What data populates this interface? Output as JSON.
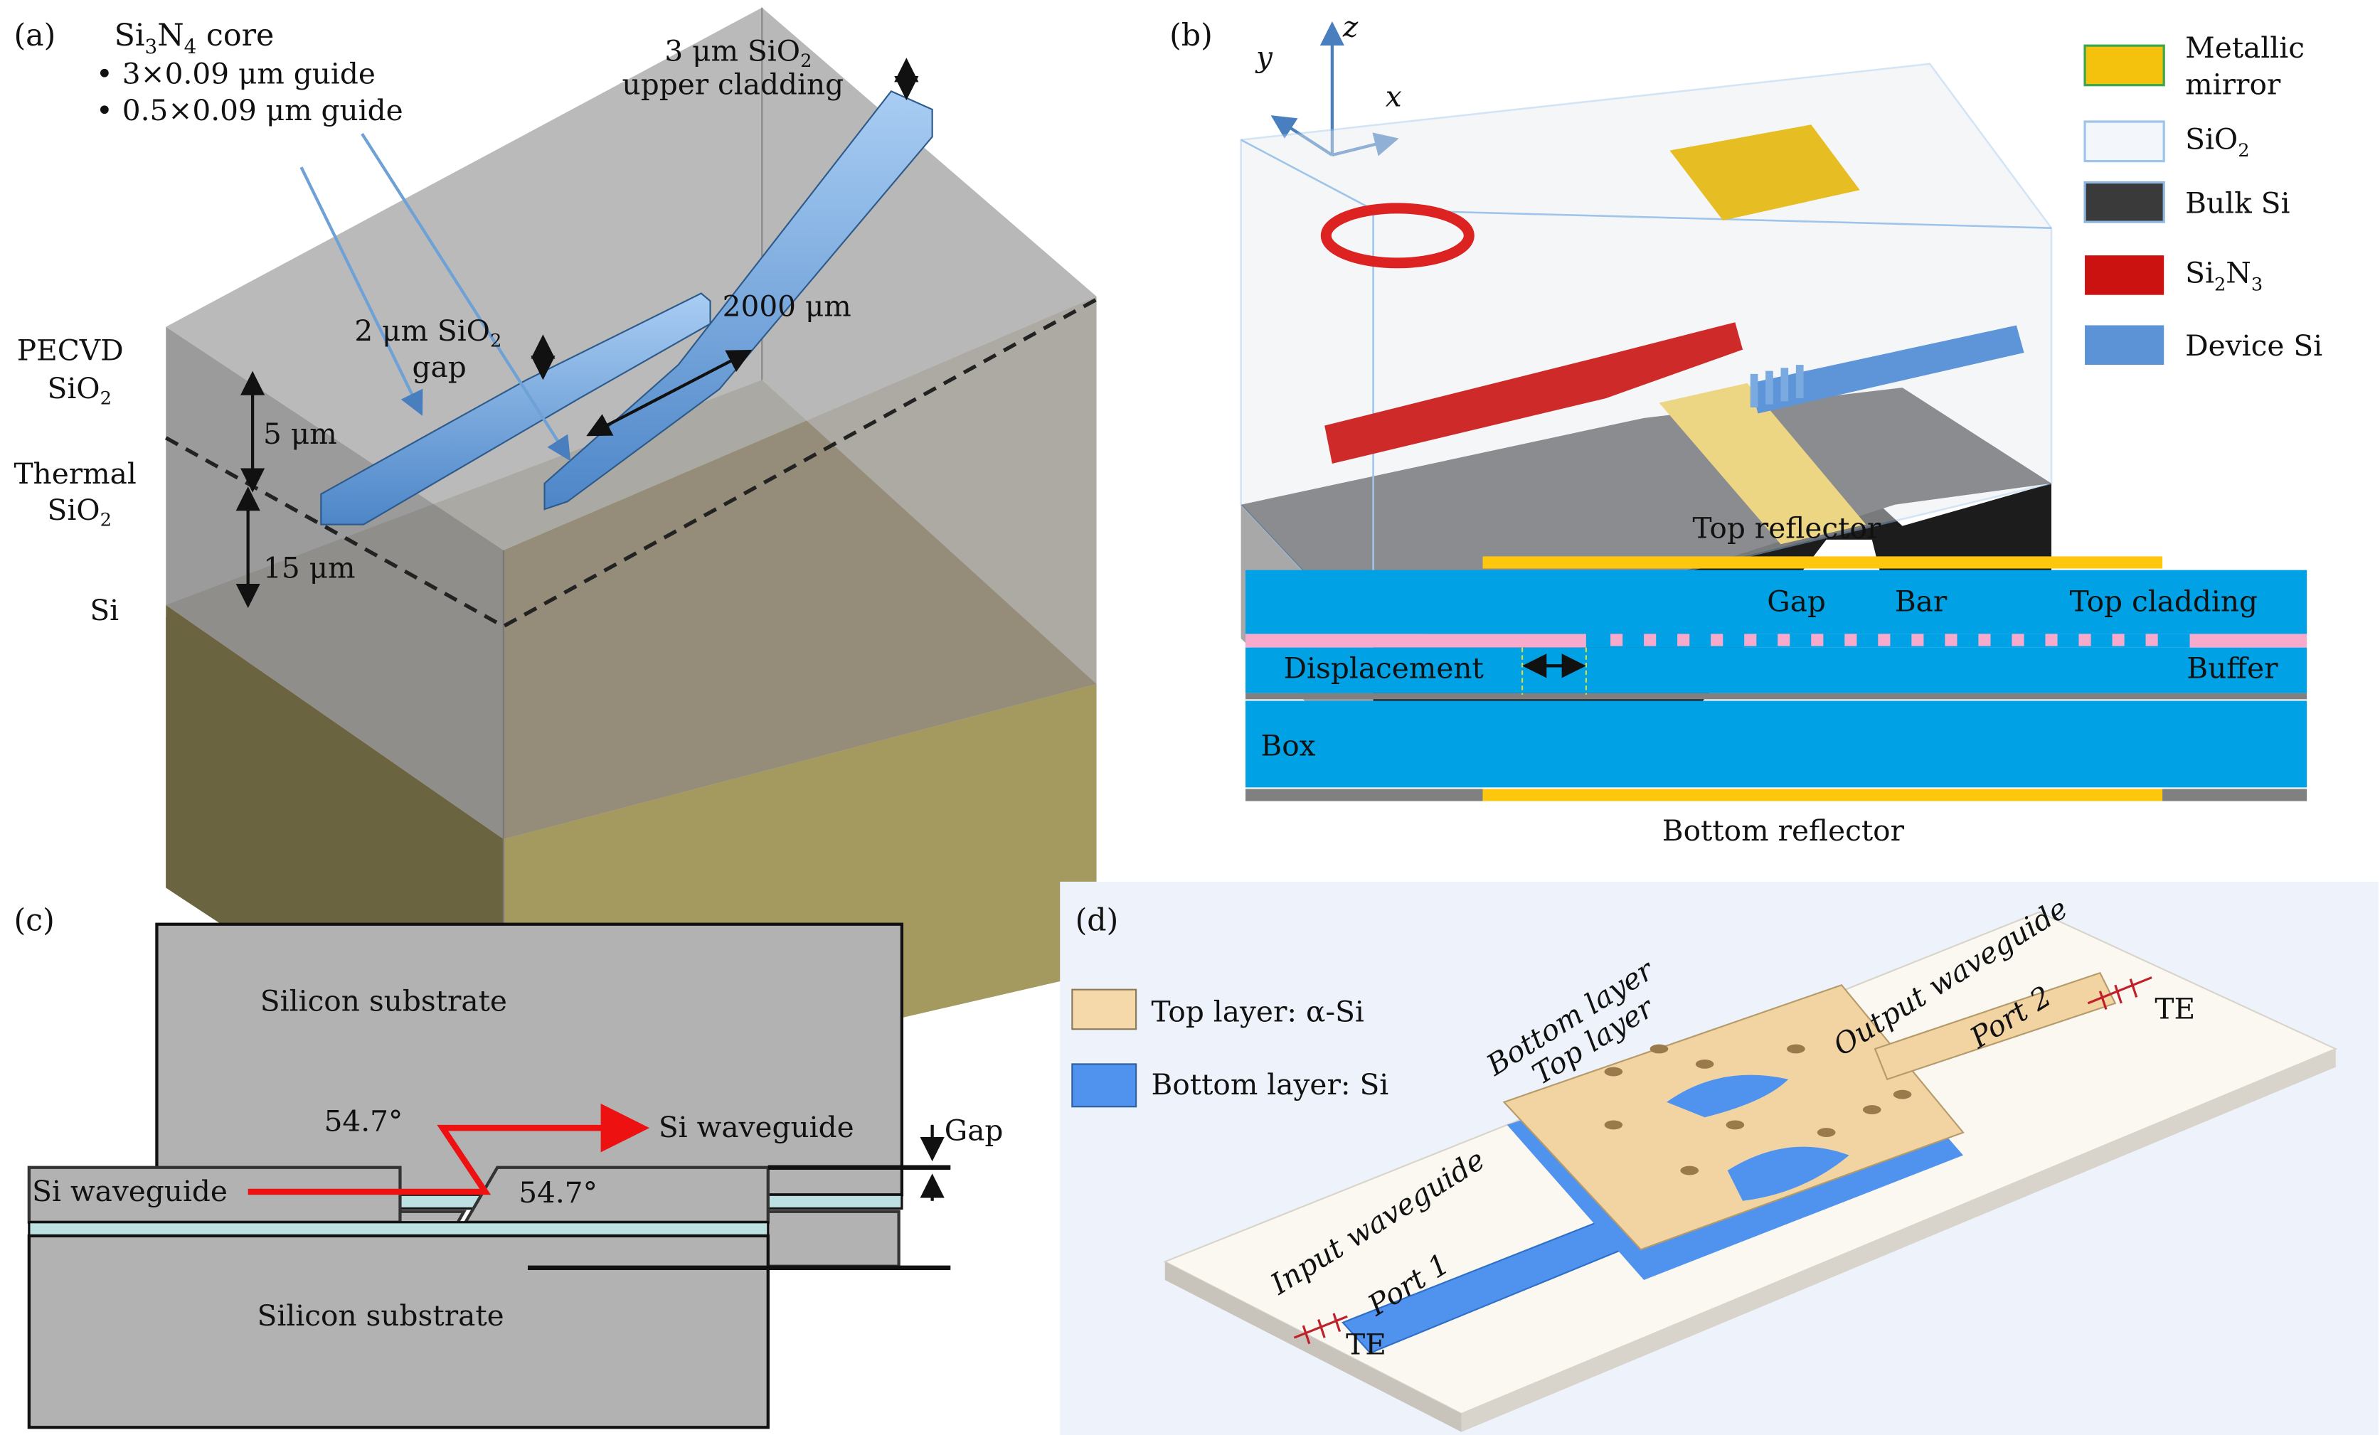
{
  "figure": {
    "panels": [
      {
        "id": "a",
        "tag": "(a)",
        "core_title": "Si3N4 core",
        "core_title_parts": {
          "base": "Si",
          "sub1": "3",
          "mid": "N",
          "sub2": "4",
          "tail": " core"
        },
        "bullets": [
          "3×0.09 μm guide",
          "0.5×0.09 μm guide"
        ],
        "upper_cladding": {
          "line1": "3 μm SiO",
          "sub": "2",
          "line2": "upper cladding"
        },
        "gap": {
          "line1": "2 μm SiO",
          "sub": "2",
          "line2": "gap"
        },
        "length": "2000 μm",
        "layers": {
          "pecvd": {
            "line1": "PECVD",
            "line2": "SiO",
            "sub": "2"
          },
          "thermal": {
            "line1": "Thermal",
            "line2": "SiO",
            "sub": "2"
          },
          "si": "Si"
        },
        "thicknesses": {
          "pecvd": "5 μm",
          "thermal": "15 μm"
        },
        "colors": {
          "cladding": "#8f8f8f",
          "substrate": "#a69a62",
          "waveguide": "#5b93d6"
        }
      },
      {
        "id": "b",
        "tag": "(b)",
        "axes": {
          "x": "x",
          "y": "y",
          "z": "z"
        },
        "legend": [
          {
            "label": "Metallic",
            "label2": "mirror",
            "color": "#f4c20d"
          },
          {
            "label": "SiO",
            "sub": "2",
            "color": "#e6edf5"
          },
          {
            "label": "Bulk Si",
            "color": "#3a3a3a"
          },
          {
            "label": "Si",
            "sub": "2",
            "mid": "N",
            "sub2": "3",
            "color": "#cc1111"
          },
          {
            "label": "Device Si",
            "color": "#5b93d6"
          }
        ],
        "cross_section": {
          "top_reflector": "Top reflector",
          "bottom_reflector": "Bottom reflector",
          "gap": "Gap",
          "bar": "Bar",
          "top_cladding": "Top cladding",
          "displacement": "Displacement",
          "buffer": "Buffer",
          "box": "Box",
          "colors": {
            "oxide": "#00a2e5",
            "reflector": "#fdc70e",
            "grating": "#f7aacb",
            "silicon": "#808080"
          }
        }
      },
      {
        "id": "c",
        "tag": "(c)",
        "top_substrate": "Silicon substrate",
        "bottom_substrate": "Silicon substrate",
        "top_waveguide": "Si waveguide",
        "bottom_waveguide": "Si waveguide",
        "angle_top": "54.7°",
        "angle_bottom": "54.7°",
        "gap": "Gap",
        "colors": {
          "substrate": "#b2b2b2",
          "oxide": "#bde0e3",
          "light": "#ee1111"
        }
      },
      {
        "id": "d",
        "tag": "(d)",
        "legend": [
          {
            "label": "Top layer: α-Si",
            "color": "#f6d9ab"
          },
          {
            "label": "Bottom layer: Si",
            "color": "#4f93ef"
          }
        ],
        "annotations": {
          "bottom_layer": "Bottom layer",
          "top_layer": "Top layer",
          "output_waveguide": "Output waveguide",
          "input_waveguide": "Input waveguide",
          "port1": "Port 1",
          "port2": "Port 2",
          "te_in": "TE",
          "te_out": "TE"
        },
        "colors": {
          "background": "#eef3fb",
          "slab": "#fbf8f2"
        }
      }
    ]
  }
}
